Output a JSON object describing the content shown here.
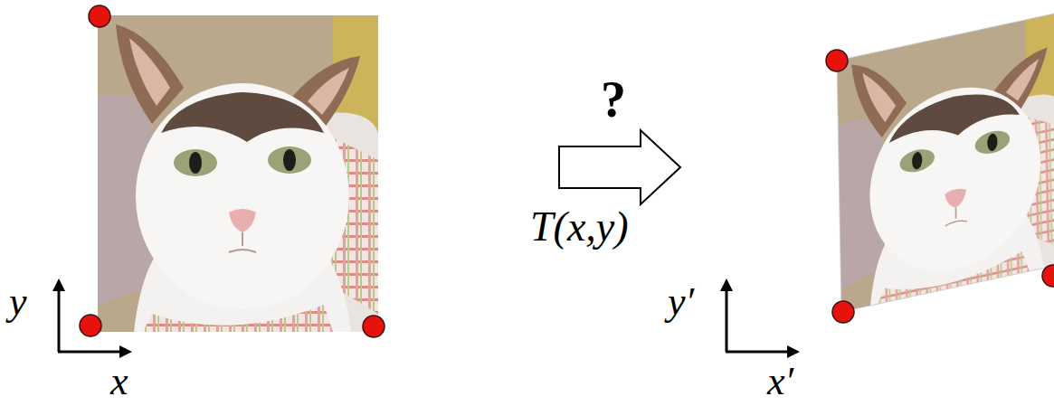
{
  "diagram": {
    "labels": [
      "y",
      "x",
      "?",
      "T(x,y)",
      "y′",
      "x′"
    ]
  }
}
